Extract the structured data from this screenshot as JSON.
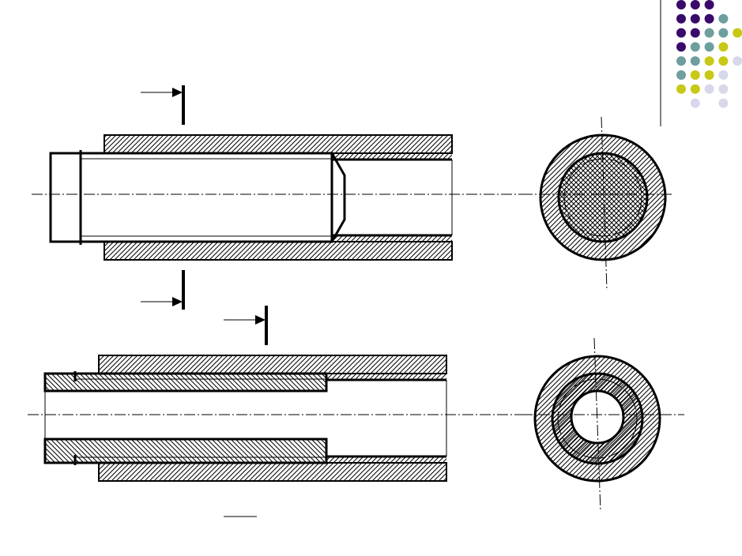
{
  "decor": {
    "dot_colors": {
      "purple": "#3a0a6b",
      "teal": "#6e9e9e",
      "yellow": "#c8c817",
      "lavender": "#d8d8ec"
    },
    "dot_grid": [
      [
        "purple",
        "purple",
        "purple",
        "",
        "",
        ""
      ],
      [
        "purple",
        "purple",
        "purple",
        "teal",
        "",
        ""
      ],
      [
        "purple",
        "purple",
        "teal",
        "teal",
        "yellow",
        ""
      ],
      [
        "purple",
        "teal",
        "teal",
        "yellow",
        "",
        ""
      ],
      [
        "teal",
        "teal",
        "yellow",
        "yellow",
        "lavender",
        ""
      ],
      [
        "teal",
        "yellow",
        "yellow",
        "lavender",
        "",
        ""
      ],
      [
        "yellow",
        "yellow",
        "lavender",
        "lavender",
        "",
        ""
      ],
      [
        "",
        "lavender",
        "",
        "lavender",
        "",
        ""
      ]
    ]
  },
  "drawing": {
    "line_color": "#000000",
    "hatch_color": "#000000",
    "figures": [
      {
        "id": "bolt-in-sleeve",
        "view": "section"
      },
      {
        "id": "bolt-in-sleeve-end",
        "view": "end"
      },
      {
        "id": "tube-in-sleeve",
        "view": "section"
      },
      {
        "id": "tube-in-sleeve-end",
        "view": "end"
      }
    ]
  }
}
